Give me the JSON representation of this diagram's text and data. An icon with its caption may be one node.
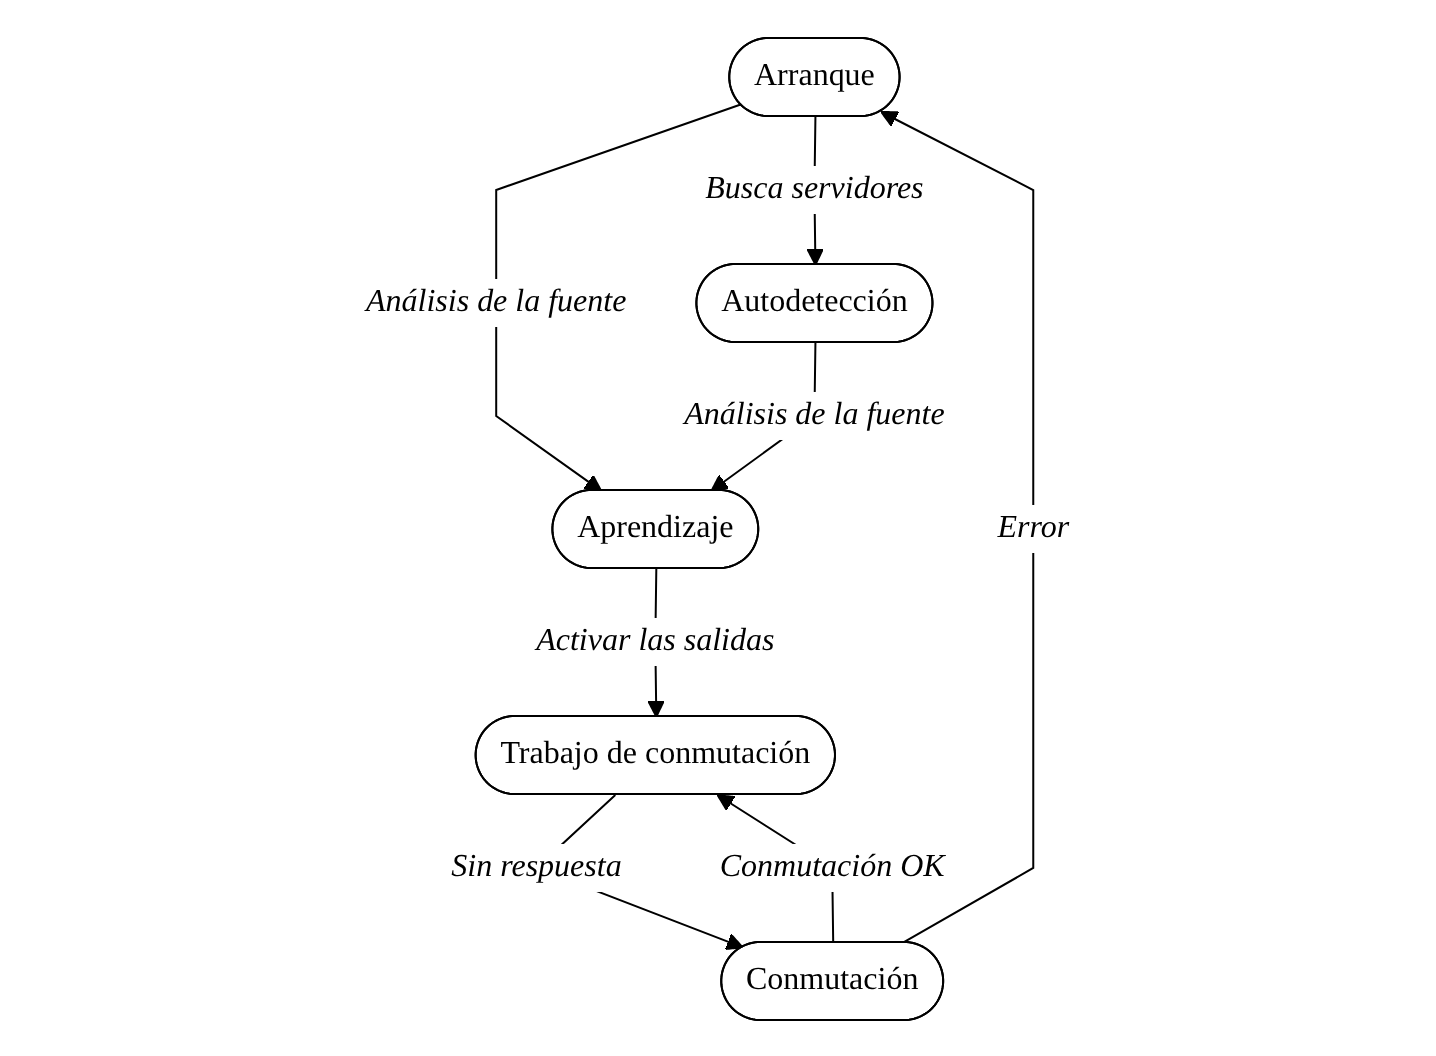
{
  "diagram": {
    "nodes": [
      {
        "text": [
          "Arranque"
        ]
      },
      {
        "text": [
          "Autodetección"
        ]
      },
      {
        "text": [
          "Aprendizaje"
        ]
      },
      {
        "text": [
          "Trabajo de conmutación"
        ]
      },
      {
        "text": [
          "Conmutación"
        ]
      }
    ],
    "edges": [
      {
        "from": 0,
        "to": 1,
        "arrow": "to",
        "label": "Busca servidores"
      },
      {
        "from": 0,
        "to": 2,
        "arrow": "to",
        "label": "Análisis de la fuente"
      },
      {
        "from": 1,
        "to": 2,
        "arrow": "to",
        "label": "Análisis de la fuente"
      },
      {
        "from": 2,
        "to": 3,
        "arrow": "to",
        "label": "Activar las salidas"
      },
      {
        "from": 3,
        "to": 4,
        "arrow": "to",
        "label": "Sin respuesta"
      },
      {
        "from": 4,
        "to": 3,
        "arrow": "to",
        "label": "Conmutación OK"
      },
      {
        "from": 4,
        "to": 0,
        "arrow": "to",
        "label": "Error"
      }
    ]
  }
}
